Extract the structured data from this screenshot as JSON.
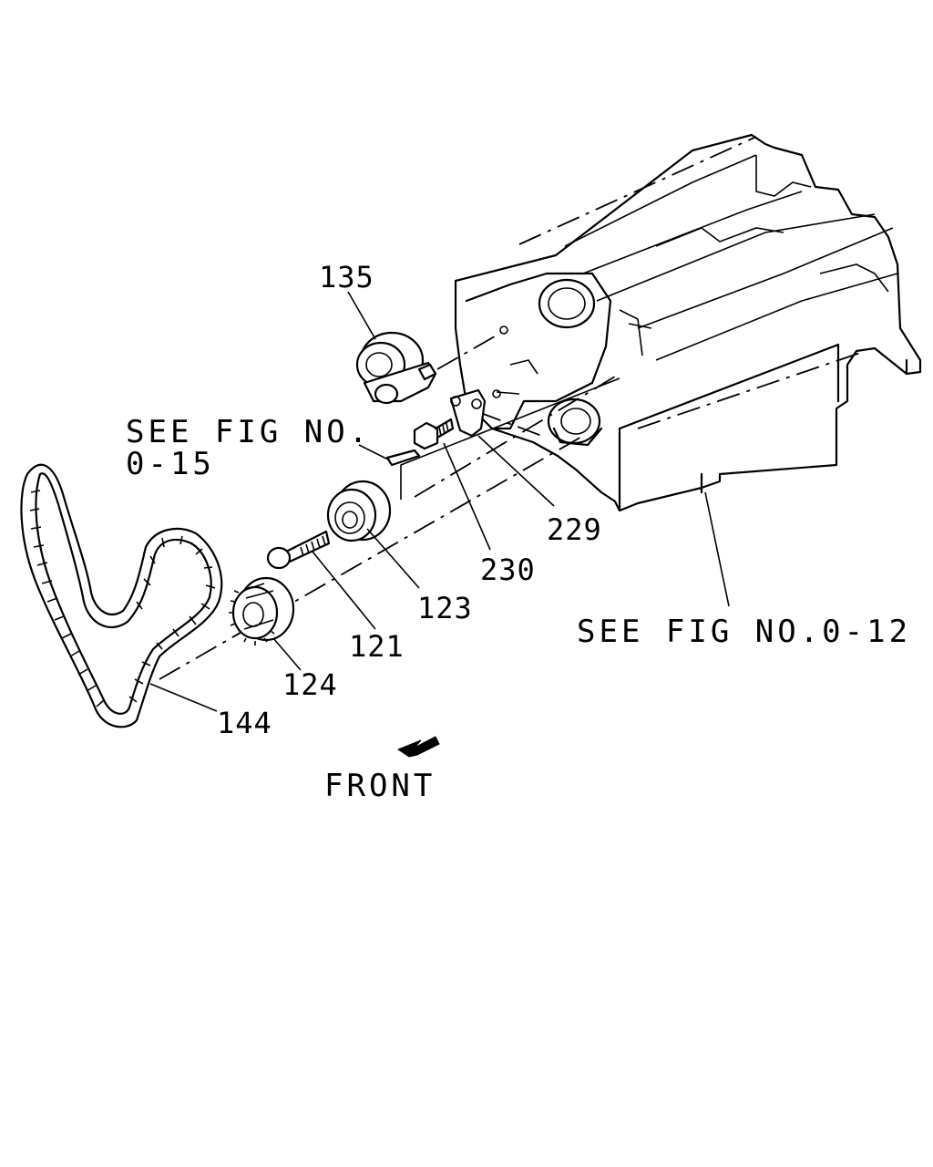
{
  "labels": {
    "p135": "135",
    "p229": "229",
    "p230": "230",
    "p123": "123",
    "p121": "121",
    "p124": "124",
    "p144": "144"
  },
  "refs": {
    "fig015_line1": "SEE FIG NO.",
    "fig015_line2": "0-15",
    "fig012": "SEE FIG NO.0-12"
  },
  "direction": "FRONT",
  "parts": {
    "p135": "tensioner-pulley",
    "p229": "tensioner-bracket",
    "p230": "bolt",
    "p123": "idler-pulley",
    "p121": "bolt",
    "p124": "crankshaft-sprocket",
    "p144": "timing-belt"
  }
}
